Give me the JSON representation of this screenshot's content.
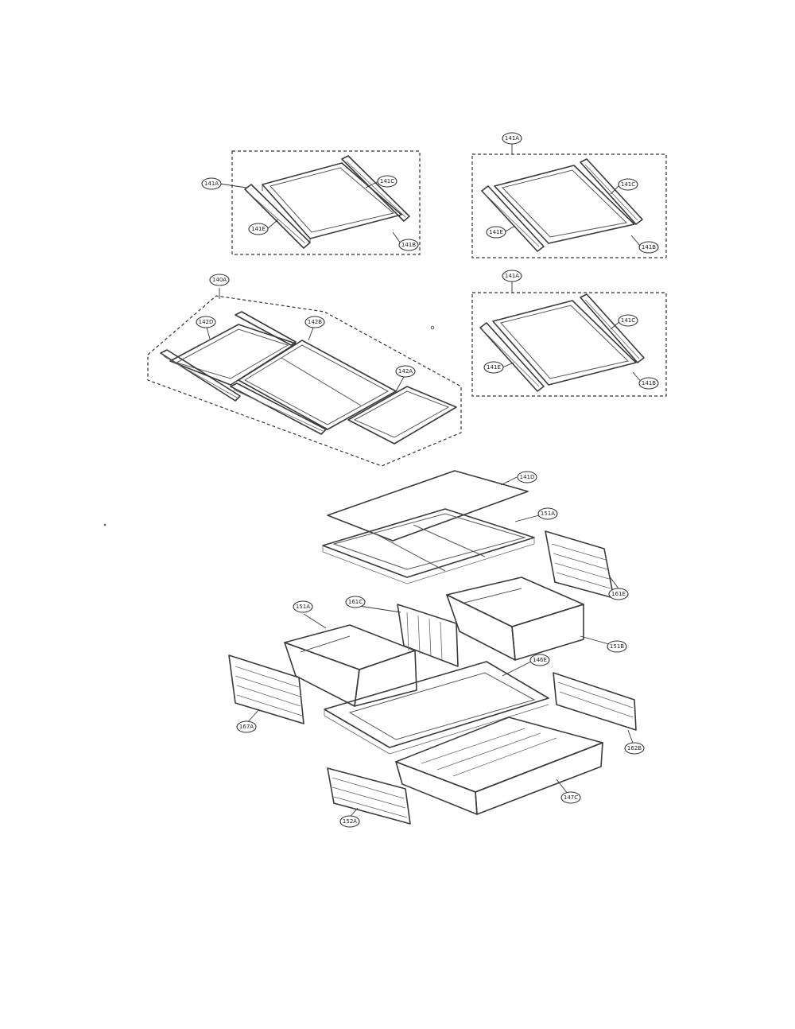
{
  "diagram": {
    "labels": [
      {
        "id": "141A-top-left",
        "text": "141A"
      },
      {
        "id": "141C-top-left",
        "text": "141C"
      },
      {
        "id": "141E-top-left",
        "text": "141E"
      },
      {
        "id": "141B-top-left",
        "text": "141B"
      },
      {
        "id": "141A-top-right",
        "text": "141A"
      },
      {
        "id": "141C-top-right",
        "text": "141C"
      },
      {
        "id": "141E-top-right",
        "text": "141E"
      },
      {
        "id": "141B-top-right",
        "text": "141B"
      },
      {
        "id": "141A-mid-right",
        "text": "141A"
      },
      {
        "id": "141C-mid-right",
        "text": "141C"
      },
      {
        "id": "141E-mid-right",
        "text": "141E"
      },
      {
        "id": "141B-mid-right",
        "text": "141B"
      },
      {
        "id": "140A",
        "text": "140A"
      },
      {
        "id": "142D",
        "text": "142D"
      },
      {
        "id": "142B",
        "text": "142B"
      },
      {
        "id": "142A",
        "text": "142A"
      },
      {
        "id": "141D",
        "text": "141D"
      },
      {
        "id": "151A-cover",
        "text": "151A"
      },
      {
        "id": "161E",
        "text": "161E"
      },
      {
        "id": "151A-bin",
        "text": "151A"
      },
      {
        "id": "161C",
        "text": "161C"
      },
      {
        "id": "151B",
        "text": "151B"
      },
      {
        "id": "146E",
        "text": "146E"
      },
      {
        "id": "167A",
        "text": "167A"
      },
      {
        "id": "162B",
        "text": "162B"
      },
      {
        "id": "147C",
        "text": "147C"
      },
      {
        "id": "152A",
        "text": "152A"
      }
    ]
  }
}
